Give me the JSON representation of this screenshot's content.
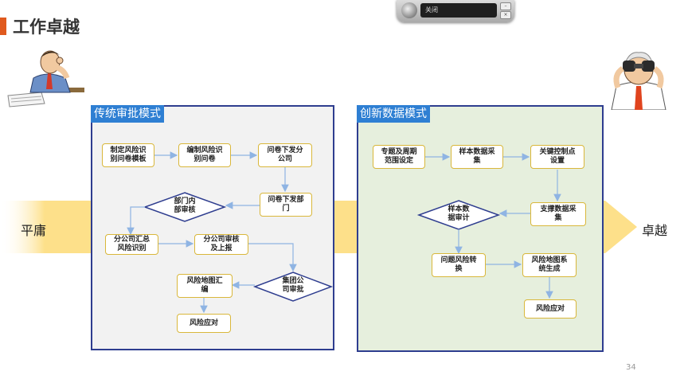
{
  "slide": {
    "title": "工作卓越",
    "page_number": "34"
  },
  "toolbar": {
    "field_label": "关闭"
  },
  "band": {
    "left_label": "平庸",
    "right_label": "卓越",
    "color": "#fde08a"
  },
  "colors": {
    "accent": "#e05a1e",
    "panel_border": "#2e3d8f",
    "node_border": "#d9b73b",
    "arrow": "#8fb4e3",
    "tag_bg": "#2e7fd3"
  },
  "traditional": {
    "title": "传统审批模式",
    "nodes": {
      "n1": "制定风险识\n别问卷模板",
      "n2": "编制风险识\n别问卷",
      "n3": "问卷下发分\n公司",
      "n4": "问卷下发部\n门",
      "d1": "部门内\n部审核",
      "n5": "分公司汇总\n风险识别",
      "n6": "分公司审核\n及上报",
      "d2": "集团公\n司审批",
      "n7": "风险地图汇\n编",
      "n8": "风险应对"
    }
  },
  "innovative": {
    "title": "创新数据模式",
    "nodes": {
      "m1": "专题及周期\n范围设定",
      "m2": "样本数据采\n集",
      "m3": "关键控制点\n设置",
      "m4": "支撑数据采\n集",
      "d1": "样本数\n据审计",
      "m5": "问题风险转\n换",
      "m6": "风险地图系\n统生成",
      "m7": "风险应对"
    }
  }
}
